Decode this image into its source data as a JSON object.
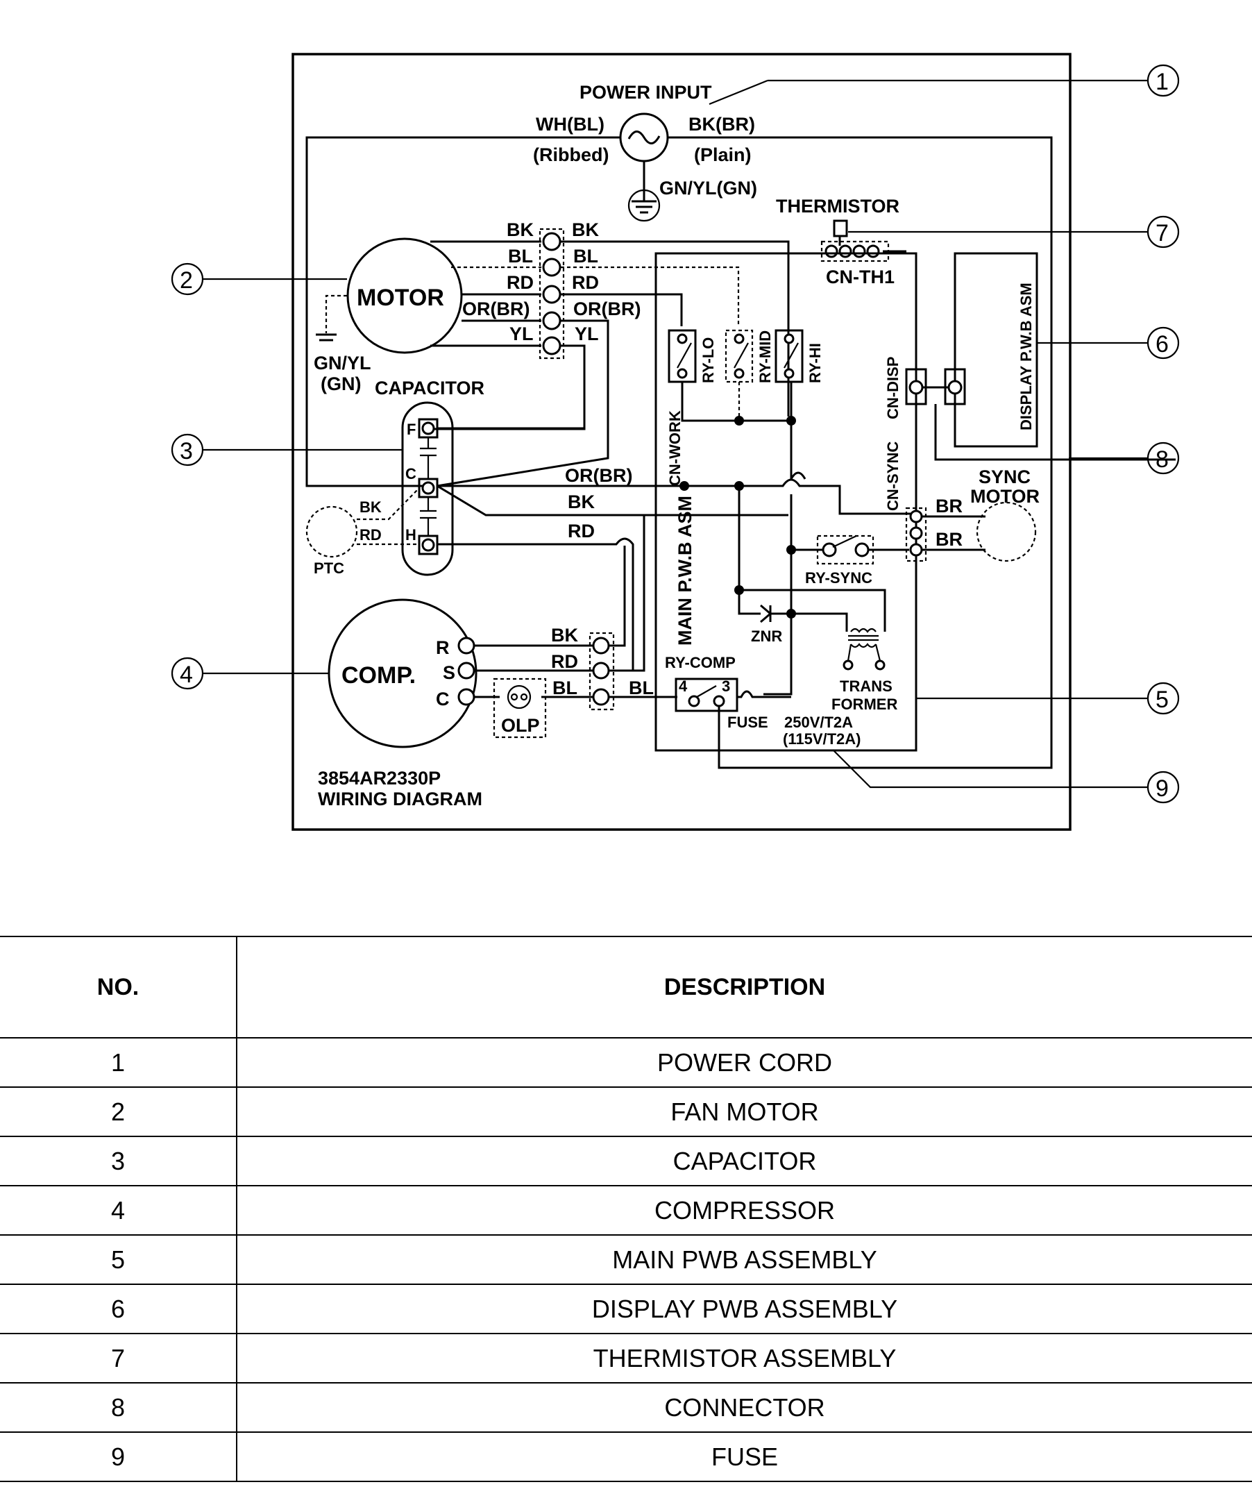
{
  "diagram": {
    "power_input": "POWER INPUT",
    "wh_bl": "WH(BL)",
    "ribbed": "(Ribbed)",
    "bk_br": "BK(BR)",
    "plain": "(Plain)",
    "gn_yl_gn": "GN/YL(GN)",
    "thermistor": "THERMISTOR",
    "cn_th1": "CN-TH1",
    "motor": "MOTOR",
    "motor_wires_left": [
      "BK",
      "BL",
      "RD",
      "OR(BR)",
      "YL"
    ],
    "motor_wires_right": [
      "BK",
      "BL",
      "RD",
      "OR(BR)",
      "YL"
    ],
    "gn_yl": "GN/YL",
    "gn": "(GN)",
    "capacitor": "CAPACITOR",
    "cap_f": "F",
    "cap_c": "C",
    "cap_h": "H",
    "ptc": "PTC",
    "ptc_bk": "BK",
    "ptc_rd": "RD",
    "ry_lo": "RY-LO",
    "ry_mid": "RY-MID",
    "ry_hi": "RY-HI",
    "cn_work": "CN-WORK",
    "cn_disp": "CN-DISP",
    "display_pwb": "DISPLAY P.W.B ASM",
    "or_br": "OR(BR)",
    "bk": "BK",
    "rd": "RD",
    "cn_sync": "CN-SYNC",
    "br1": "BR",
    "br2": "BR",
    "sync_motor_1": "SYNC",
    "sync_motor_2": "MOTOR",
    "main_pwb": "MAIN P.W.B ASM",
    "ry_sync": "RY-SYNC",
    "znr": "ZNR",
    "comp": "COMP.",
    "comp_r": "R",
    "comp_s": "S",
    "comp_c": "C",
    "comp_bk": "BK",
    "comp_rd": "RD",
    "comp_bl": "BL",
    "bl2": "BL",
    "olp": "OLP",
    "ry_comp": "RY-COMP",
    "ry_comp_4": "4",
    "ry_comp_3": "3",
    "fuse": "FUSE",
    "fuse_rating_1": "250V/T2A",
    "fuse_rating_2": "(115V/T2A)",
    "trans_1": "TRANS",
    "trans_2": "FORMER",
    "part_no": "3854AR2330P",
    "diagram_title": "WIRING DIAGRAM",
    "callouts": [
      "1",
      "2",
      "3",
      "4",
      "5",
      "6",
      "7",
      "8",
      "9"
    ]
  },
  "table": {
    "col_no": "NO.",
    "col_desc": "DESCRIPTION",
    "rows": [
      {
        "no": "1",
        "desc": "POWER CORD"
      },
      {
        "no": "2",
        "desc": "FAN MOTOR"
      },
      {
        "no": "3",
        "desc": "CAPACITOR"
      },
      {
        "no": "4",
        "desc": "COMPRESSOR"
      },
      {
        "no": "5",
        "desc": "MAIN PWB ASSEMBLY"
      },
      {
        "no": "6",
        "desc": "DISPLAY PWB ASSEMBLY"
      },
      {
        "no": "7",
        "desc": "THERMISTOR ASSEMBLY"
      },
      {
        "no": "8",
        "desc": "CONNECTOR"
      },
      {
        "no": "9",
        "desc": "FUSE"
      }
    ]
  }
}
